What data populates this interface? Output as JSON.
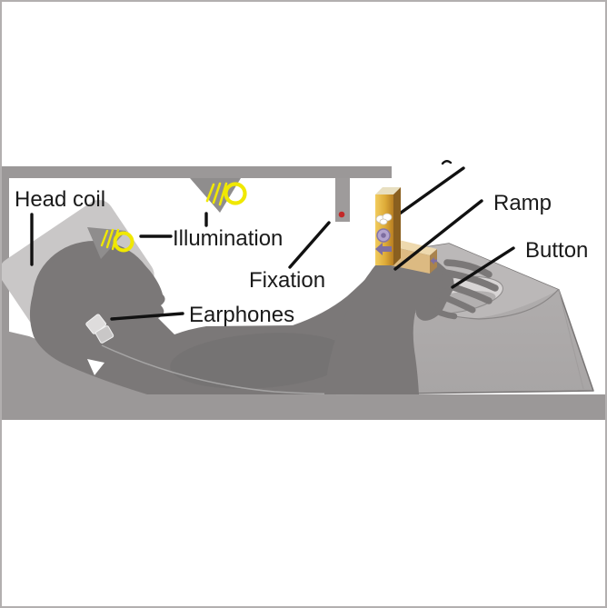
{
  "figure": {
    "type": "diagram",
    "description": "Side-view schematic of an MRI scanner experimental setup: participant lying on scanner bed with head coil, illumination lamps, fixation point, earphones, and right hand on a support wedge with a wooden ramp apparatus and response button pad.",
    "labels": {
      "head_coil": "Head coil",
      "illumination": "Illumination",
      "fixation": "Fixation",
      "earphones": "Earphones",
      "ramp": "Ramp",
      "button": "Button"
    },
    "colors": {
      "scanner_gray": "#9b9898",
      "body_gray": "#7b7878",
      "coil_gray": "#c9c7c7",
      "brain_gray": "#a5a2a2",
      "wedge_gray": "#aeabab",
      "wedge_top_gray": "#bbb8b8",
      "pad_gray": "#d8d5d5",
      "bulb_yellow": "#f0e800",
      "fixation_red": "#c32828",
      "wood_light": "#eed9ae",
      "wood_front": "#dcba82",
      "wood_end": "#a9834d",
      "wood_dark": "#8a5f1f",
      "accent_purple": "#7f6fa0",
      "lavender": "#b3a3ce",
      "label_color": "#1a1a1a"
    }
  }
}
